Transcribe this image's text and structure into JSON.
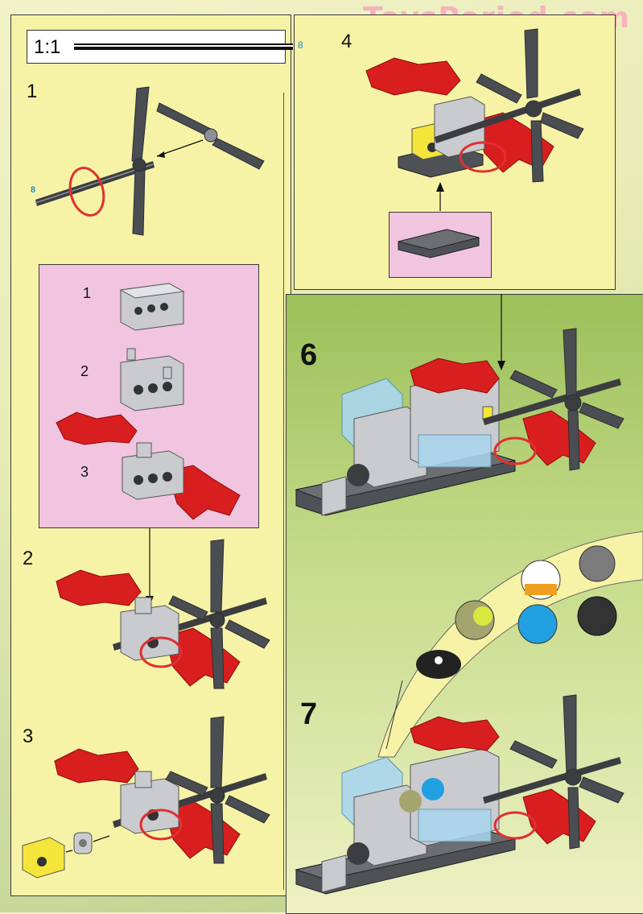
{
  "watermark": "ToysPeriod.com",
  "scale": {
    "ratio": "1:1",
    "length": "8"
  },
  "steps": {
    "s1": "1",
    "s2": "2",
    "s3": "3",
    "s4": "4",
    "s6": "6",
    "s7": "7",
    "sub1": "1",
    "sub2": "2",
    "sub3": "3",
    "axle_len": "8"
  },
  "colors": {
    "wing_red": "#d81e1e",
    "propeller_gray": "#4a4d52",
    "brick_lightgray": "#c9cbcf",
    "brick_darkgray": "#4e5156",
    "brick_yellow": "#f4e53a",
    "trans_blue": "#a9d6ee",
    "ring_red": "#e03030"
  },
  "icons": [
    "propeller-icon",
    "axle-icon",
    "wing-icon",
    "brick-icon",
    "helmet-icon",
    "arrow-icon"
  ]
}
